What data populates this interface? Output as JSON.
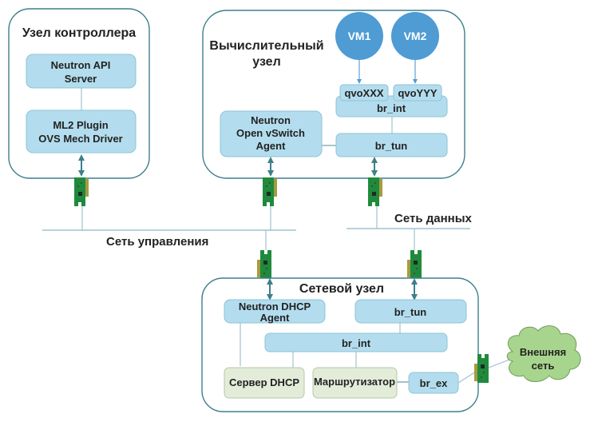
{
  "controller_node": {
    "title": "Узел контроллера",
    "boxes": [
      {
        "lines": [
          "Neutron API",
          "Server"
        ]
      },
      {
        "lines": [
          "ML2 Plugin",
          "OVS Mech Driver"
        ]
      }
    ]
  },
  "compute_node": {
    "title_lines": [
      "Вычислительный",
      "узел"
    ],
    "vms": [
      "VM1",
      "VM2"
    ],
    "ports": [
      "qvoXXX",
      "qvoYYY"
    ],
    "agent_lines": [
      "Neutron",
      "Open vSwitch",
      "Agent"
    ],
    "br_int": "br_int",
    "br_tun": "br_tun"
  },
  "networks": {
    "management": "Сеть управления",
    "data": "Сеть данных"
  },
  "network_node": {
    "title": "Сетевой узел",
    "dhcp_agent_lines": [
      "Neutron DHCP",
      "Agent"
    ],
    "br_tun": "br_tun",
    "br_int": "br_int",
    "dhcp_server": "Сервер DHCP",
    "router": "Маршрутизатор",
    "br_ex": "br_ex"
  },
  "external": {
    "lines": [
      "Внешняя",
      "сеть"
    ]
  },
  "colors": {
    "frame": "#3f7f8c",
    "box": "#b3ddee",
    "box_green": "#e2ecd9",
    "vm": "#4f9bd4",
    "nic": "#1f8a3c",
    "cloud": "#a8d58d"
  }
}
